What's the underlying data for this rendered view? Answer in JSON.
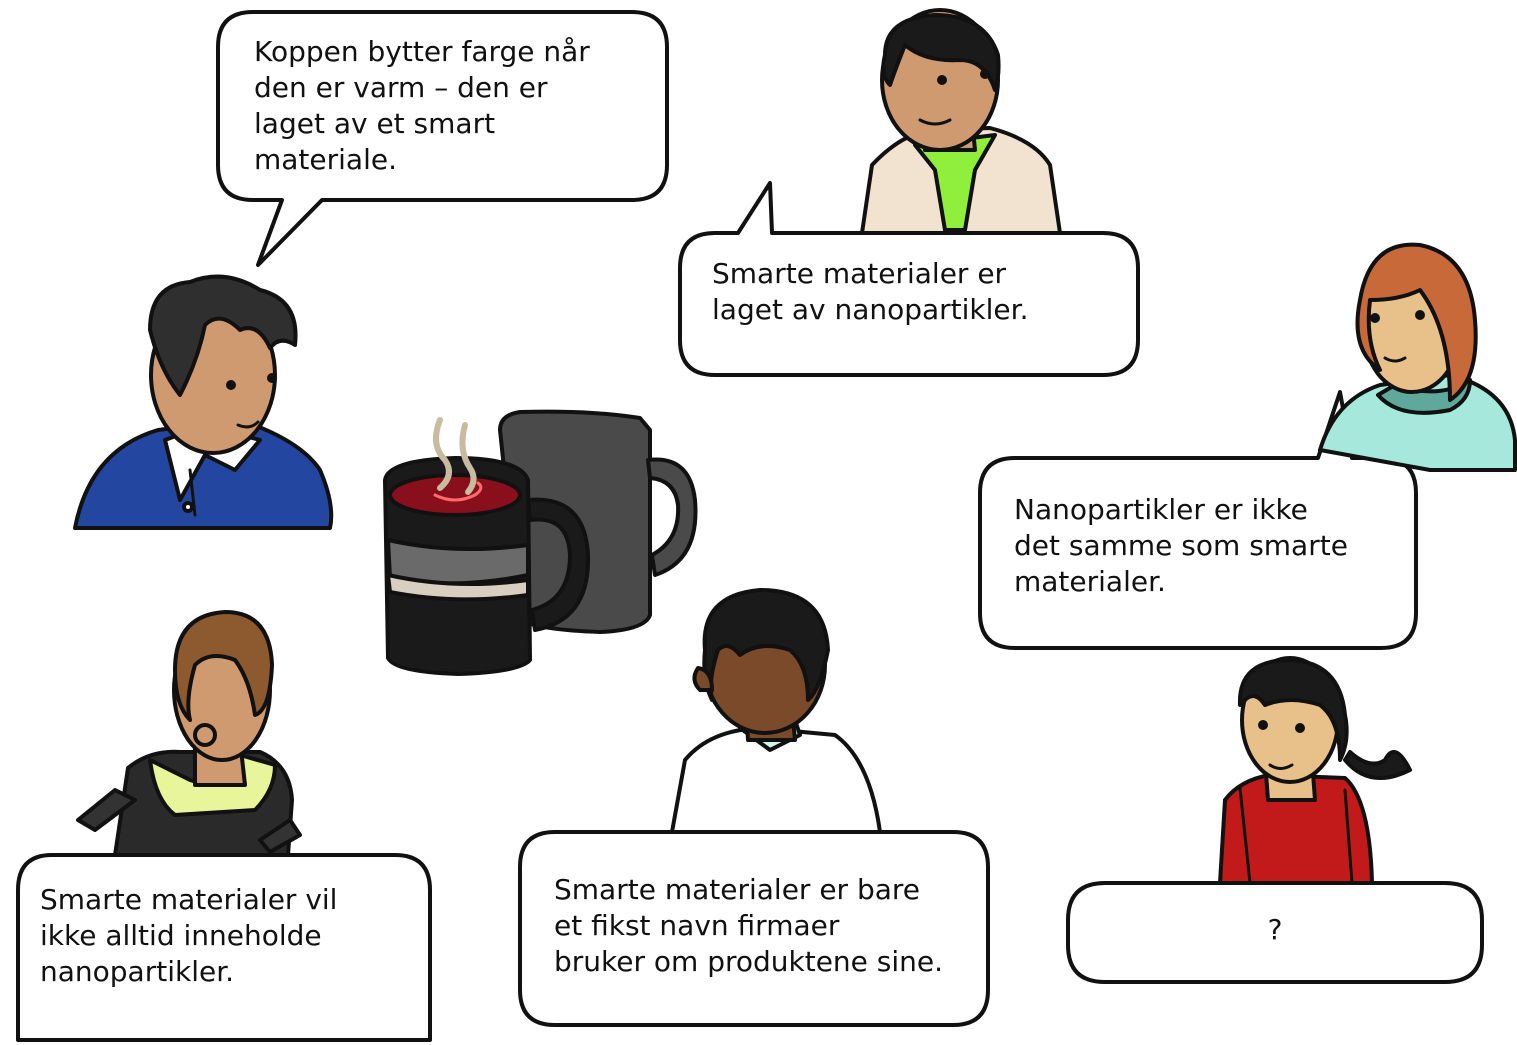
{
  "bubbles": {
    "cup": "Koppen bytter farge når\nden er varm – den er\nlaget av et smart\nmateriale.",
    "nano": "Smarte materialer er\nlaget av nanopartikler.",
    "not_same": "Nanopartikler er ikke\ndet samme som smarte\nmaterialer.",
    "not_always": "Smarte materialer vil\nikke alltid inneholde\nnanopartikler.",
    "fancy_name": "Smarte materialer er bare\net fikst navn firmaer\nbruker om produktene sine.",
    "unknown": "?"
  },
  "colors": {
    "outline": "#111111",
    "blue_shirt": "#2346a0",
    "skin_tan": "#cf9a70",
    "skin_light": "#e8c08a",
    "skin_dark": "#7a4a2a",
    "green_collar": "#8fef3a",
    "teal_top": "#a6e8dc",
    "red_top": "#c21a1a",
    "yellow_top": "#e9f59a",
    "ginger_hair": "#c8693a",
    "brown_hair": "#8c5a2e",
    "mug_black": "#1a1a1a",
    "mug_grey": "#4a4a4a",
    "coffee_red": "#8a0f1c"
  }
}
